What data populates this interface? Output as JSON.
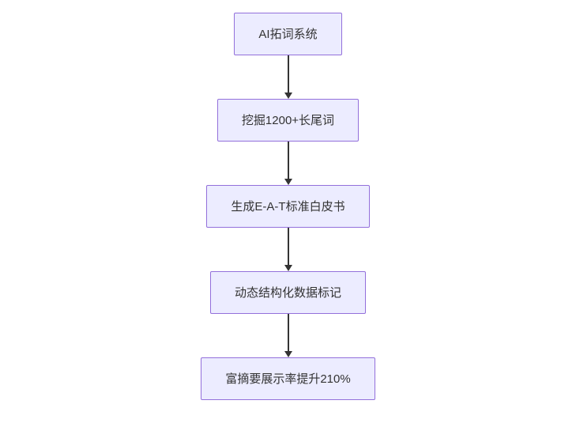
{
  "flowchart": {
    "type": "vertical-flow",
    "nodes": [
      {
        "label": "AI拓词系统"
      },
      {
        "label": "挖掘1200+长尾词"
      },
      {
        "label": "生成E-A-T标准白皮书"
      },
      {
        "label": "动态结构化数据标记"
      },
      {
        "label": "富摘要展示率提升210%"
      }
    ],
    "edges": [
      {
        "from": 0,
        "to": 1
      },
      {
        "from": 1,
        "to": 2
      },
      {
        "from": 2,
        "to": 3
      },
      {
        "from": 3,
        "to": 4
      }
    ],
    "colors": {
      "node_fill": "#ECECFF",
      "node_border": "#9370DB",
      "node_text": "#333333",
      "arrow": "#333333",
      "background": "#FFFFFF"
    }
  }
}
